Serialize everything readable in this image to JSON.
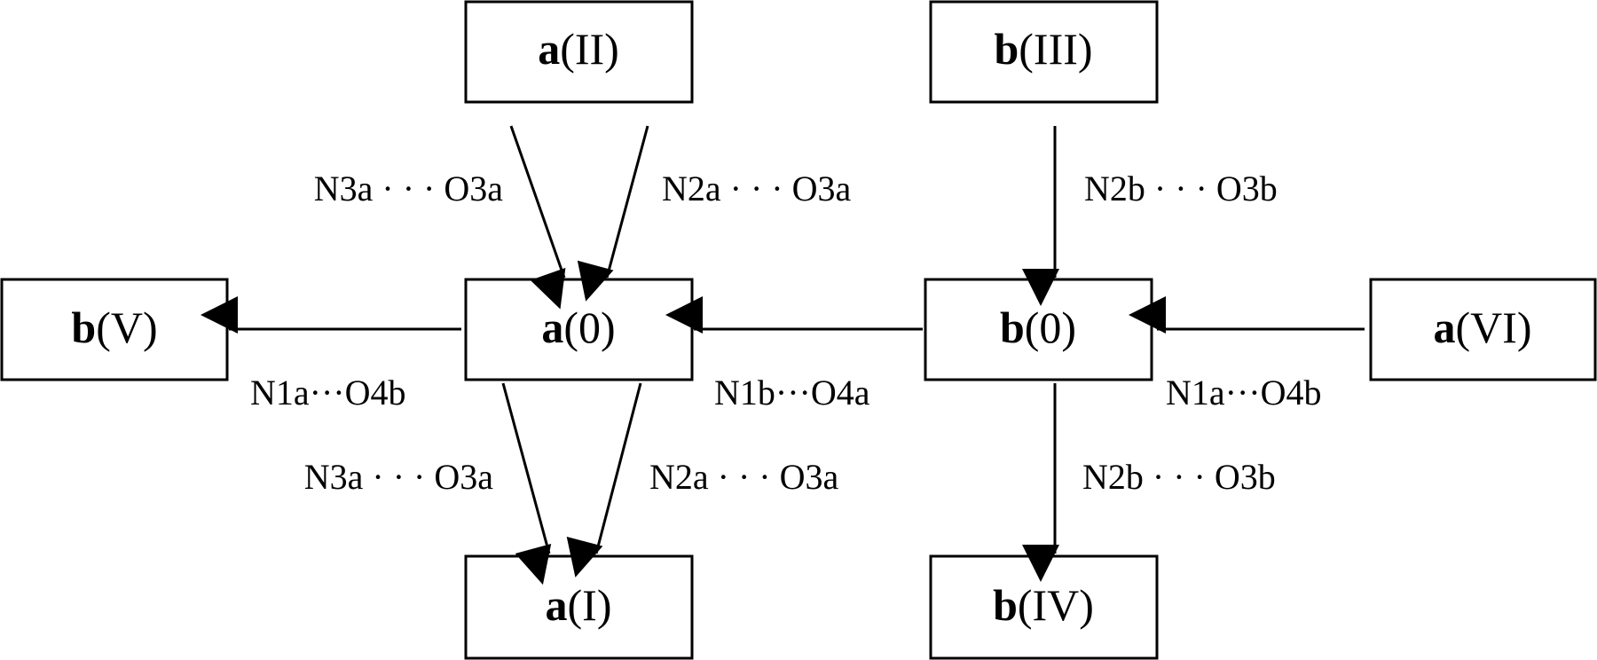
{
  "nodes": {
    "a_II": {
      "mol": "a",
      "sym": "(II)"
    },
    "b_III": {
      "mol": "b",
      "sym": "(III)"
    },
    "b_V": {
      "mol": "b",
      "sym": "(V)"
    },
    "a_0": {
      "mol": "a",
      "sym": "(0)"
    },
    "b_0": {
      "mol": "b",
      "sym": "(0)"
    },
    "a_VI": {
      "mol": "a",
      "sym": "(VI)"
    },
    "a_I": {
      "mol": "a",
      "sym": "(I)"
    },
    "b_IV": {
      "mol": "b",
      "sym": "(IV)"
    }
  },
  "edges": {
    "aII_a0_left": {
      "label": "N3a · · · O3a"
    },
    "aII_a0_right": {
      "label": "N2a · · · O3a"
    },
    "bIII_b0": {
      "label": "N2b · · · O3b"
    },
    "a0_bV": {
      "label": "N1a···O4b"
    },
    "b0_a0": {
      "label": "N1b···O4a"
    },
    "aVI_b0": {
      "label": "N1a···O4b"
    },
    "a0_aI_left": {
      "label": "N3a · · · O3a"
    },
    "a0_aI_right": {
      "label": "N2a · · · O3a"
    },
    "b0_bIV": {
      "label": "N2b · · · O3b"
    }
  }
}
